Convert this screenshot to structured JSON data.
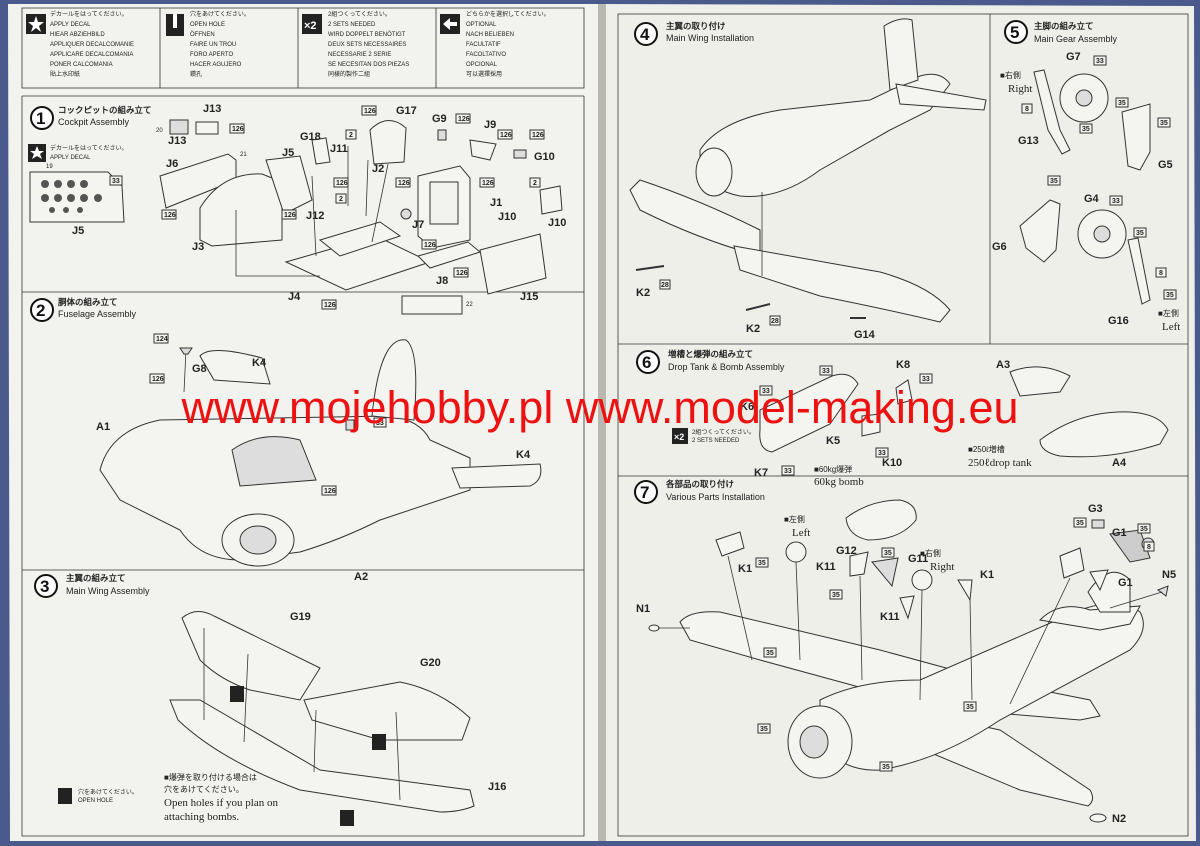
{
  "legend": [
    {
      "icon": "decal-star-icon",
      "lines": [
        "デカールをはってください。",
        "APPLY DECAL",
        "HIEAR ABZIEHBILD",
        "APPLIQUER DECALCOMANIE",
        "APPLICARE DECALCOMANIA",
        "PONER CALCOMANIA",
        "貼上水印紙"
      ]
    },
    {
      "icon": "open-hole-icon",
      "lines": [
        "穴をあけてください。",
        "OPEN HOLE",
        "ÖFFNEN",
        "FAIRE UN TROU",
        "FORO APERTO",
        "HACER AGUJERO",
        "鑽孔"
      ]
    },
    {
      "icon": "x2-icon",
      "badge": "×2",
      "lines": [
        "2組つくってください。",
        "2 SETS NEEDED",
        "WIRD DOPPELT BENÖTIGT",
        "DEUX SETS NECESSAIRES",
        "NECESSARIE 2 SERIE",
        "SE NECESITAN DOS PIEZAS",
        "同樣的製作二組"
      ]
    },
    {
      "icon": "optional-arrow-icon",
      "lines": [
        "どちらかを選択してください。",
        "OPTIONAL",
        "NACH BELIEBEN",
        "FACULTATIF",
        "FACOLTATIVO",
        "OPCIONAL",
        "可以選擇採用"
      ]
    }
  ],
  "steps": [
    {
      "num": "1",
      "jp": "コックピットの組み立て",
      "en": "Cockpit Assembly"
    },
    {
      "num": "2",
      "jp": "胴体の組み立て",
      "en": "Fuselage Assembly"
    },
    {
      "num": "3",
      "jp": "主翼の組み立て",
      "en": "Main Wing Assembly"
    },
    {
      "num": "4",
      "jp": "主翼の取り付け",
      "en": "Main Wing Installation"
    },
    {
      "num": "5",
      "jp": "主脚の組み立て",
      "en": "Main Gear Assembly"
    },
    {
      "num": "6",
      "jp": "増槽と爆弾の組み立て",
      "en": "Drop Tank & Bomb Assembly"
    },
    {
      "num": "7",
      "jp": "各部品の取り付け",
      "en": "Various Parts Installation"
    }
  ],
  "cockpit_decal": {
    "jp": "デカールをはってください。",
    "en": "APPLY DECAL"
  },
  "x2_note": {
    "badge": "×2",
    "jp": "2組つくってください。",
    "en": "2 SETS NEEDED"
  },
  "bomb_note": {
    "jp1": "■爆弾を取り付ける場合は",
    "jp2": "穴をあけてください。",
    "en1": "Open holes if you plan on",
    "en2": "attaching bombs."
  },
  "open_hole": {
    "jp": "穴をあけてください。",
    "en": "OPEN HOLE"
  },
  "labels": {
    "right_jp": "■右側",
    "right_en": "Right",
    "left_jp": "■左側",
    "left_en": "Left",
    "left_jp2": "■左側",
    "left_en2": "Left",
    "right_jp2": "■右側",
    "right_en2": "Right",
    "bomb_jp": "■60kg爆弾",
    "bomb_en": "60kg bomb",
    "tank_jp": "■250ℓ増槽",
    "tank_en": "250ℓdrop tank"
  },
  "parts": {
    "j13a": "J13",
    "j13b": "J13",
    "j6": "J6",
    "j5a": "J5",
    "j5b": "J5",
    "j3": "J3",
    "j4": "J4",
    "j8": "J8",
    "j15": "J15",
    "j10a": "J10",
    "j10b": "J10",
    "j1": "J1",
    "j2": "J2",
    "j7": "J7",
    "j9": "J9",
    "j11": "J11",
    "j12": "J12",
    "g17": "G17",
    "g18": "G18",
    "g9": "G9",
    "g10": "G10",
    "g8": "G8",
    "k4a": "K4",
    "k4b": "K4",
    "a1": "A1",
    "a2": "A2",
    "g19": "G19",
    "g20": "G20",
    "j16": "J16",
    "k2a": "K2",
    "k2b": "K2",
    "g14": "G14",
    "g7": "G7",
    "g13": "G13",
    "g5": "G5",
    "g4": "G4",
    "g6": "G6",
    "g16": "G16",
    "k8": "K8",
    "k6": "K6",
    "k5": "K5",
    "k7": "K7",
    "k10": "K10",
    "a3": "A3",
    "a4": "A4",
    "g3": "G3",
    "g1a": "G1",
    "g1b": "G1",
    "k1a": "K1",
    "k1b": "K1",
    "k11a": "K11",
    "k11b": "K11",
    "g12": "G12",
    "g11": "G11",
    "n1": "N1",
    "n2": "N2",
    "n5": "N5"
  },
  "paint_codes": {
    "c126": "126",
    "c33": "33",
    "c35": "35",
    "c28": "28",
    "c2": "2",
    "c8": "8",
    "c124": "124",
    "c21": "21",
    "c19": "19",
    "c20": "20",
    "c22": "22"
  },
  "watermark": "www.mojehobby.pl www.model-making.eu",
  "colors": {
    "watermark": "#ee1111",
    "paper": "#f2f2ee",
    "background": "#4a5a8c"
  }
}
